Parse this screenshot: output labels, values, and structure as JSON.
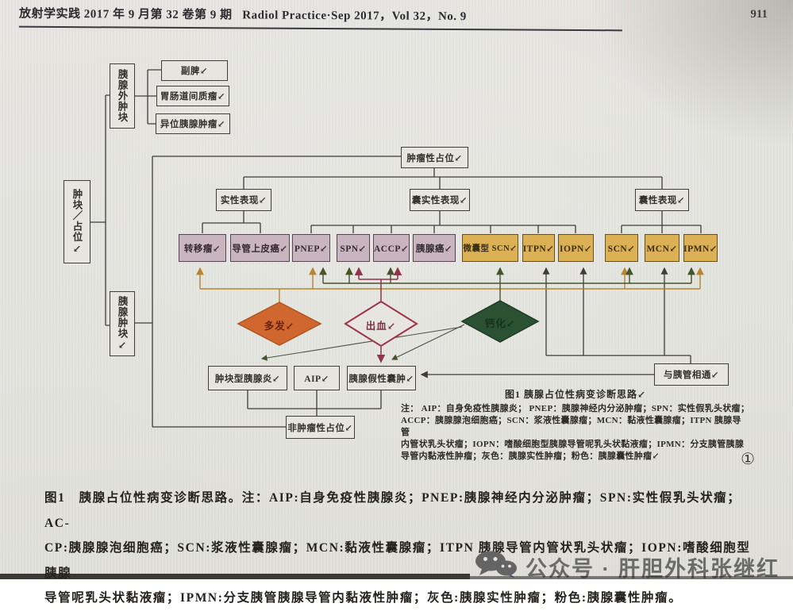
{
  "header": {
    "title_cn": "放射学实践 2017 年 9 月第 32 卷第 9 期",
    "title_en": "Radiol Practice·Sep 2017，Vol 32，No. 9",
    "page_number": "911"
  },
  "flowchart": {
    "root": "肿块／占位↙",
    "extra_pancreatic_mass": "胰腺外肿块",
    "pancreatic_mass": "胰腺肿块↙",
    "accessory_spleen": "副脾↙",
    "gist": "胃肠道间质瘤↙",
    "ectopic_pancreas_tumor": "异位胰腺肿瘤↙",
    "tumorous_lesion": "肿瘤性占位↙",
    "solid_pattern": "实性表现↙",
    "mixed_pattern": "囊实性表现↙",
    "cystic_pattern": "囊性表现↙",
    "solid_tumors": [
      "转移瘤↙",
      "导管上皮癌↙",
      "PNEP↙",
      "SPN↙",
      "ACCP↙",
      "胰腺癌↙"
    ],
    "cystic_tumors": [
      "微囊型 SCN↙",
      "ITPN↙",
      "IOPN↙",
      "SCN↙",
      "MCN↙",
      "IPMN↙"
    ],
    "multiple": "多发↙",
    "hemorrhage": "出血↙",
    "calcification": "钙化↙",
    "mass_pancreatitis": "肿块型胰腺炎↙",
    "aip": "AIP↙",
    "pseudocyst": "胰腺假性囊肿↙",
    "non_tumorous_lesion": "非肿瘤性占位↙",
    "duct_communication": "与胰管相通↙",
    "circled_number": "①"
  },
  "inner_caption": {
    "title": "图1 胰腺占位性病变诊断思路↙",
    "line1": "注： AIP：自身免疫性胰腺炎； PNEP：胰腺神经内分泌肿瘤；SPN：实性假乳头状瘤；",
    "line2": "ACCP：胰腺腺泡细胞癌；SCN：浆液性囊腺瘤；MCN：黏液性囊腺瘤；ITPN 胰腺导管",
    "line3": "内管状乳头状瘤；IOPN：嗜酸细胞型胰腺导管呢乳头状黏液瘤；IPMN：分支胰管胰腺",
    "line4": "导管内黏液性肿瘤；灰色：胰腺实性肿瘤；粉色：胰腺囊性肿瘤↙"
  },
  "caption": {
    "line1": "图1　胰腺占位性病变诊断思路。注：AIP:自身免疫性胰腺炎；PNEP:胰腺神经内分泌肿瘤；SPN:实性假乳头状瘤；AC-",
    "line2": "CP:胰腺腺泡细胞癌；SCN:浆液性囊腺瘤；MCN:黏液性囊腺瘤；ITPN 胰腺导管内管状乳头状瘤；IOPN:嗜酸细胞型胰腺",
    "line3": "导管呢乳头状黏液瘤；IPMN:分支胰管胰腺导管内黏液性肿瘤；灰色:胰腺实性肿瘤；粉色:胰腺囊性肿瘤。"
  },
  "watermark": {
    "text": "公众号 · 肝胆外科张继红"
  },
  "colors": {
    "solid_tumor_fill": "#c9b5bf",
    "cystic_tumor_fill": "#dcb156",
    "multiple_fill": "#d0672e",
    "calcification_fill": "#2b5133",
    "hemorrhage_border": "#9e3246",
    "orange_line": "#b5852f",
    "olive_line": "#46532c",
    "red_line": "#903448"
  }
}
